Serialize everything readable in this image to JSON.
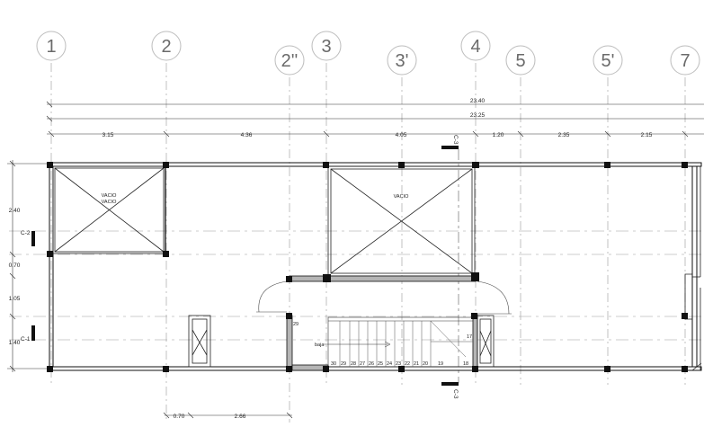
{
  "grid_axes": {
    "columns": [
      "1",
      "2",
      "2''",
      "3",
      "3'",
      "4",
      "5",
      "5'",
      "7"
    ]
  },
  "dimensions": {
    "overall_1": "23.40",
    "overall_2": "23.25",
    "spans": [
      "3.15",
      "4.36",
      "4.05",
      "1.20",
      "2.35",
      "2.15"
    ],
    "left_vertical": [
      "2.40",
      "0.70",
      "1.05",
      "1.40"
    ],
    "bottom": [
      "0.70",
      "2.66"
    ]
  },
  "labels": {
    "void_1_a": "VACIO",
    "void_1_b": "VACIO",
    "void_2": "VACIO",
    "section_c2": "C-2",
    "section_c1": "C-1",
    "section_c3_top": "C-3",
    "section_c3_bottom": "C-3",
    "stair_down": "baja",
    "stair_steps": [
      "30",
      "29",
      "28",
      "27",
      "26",
      "25",
      "24",
      "23",
      "22",
      "21",
      "20",
      "19",
      "18"
    ],
    "stair_17": "17",
    "stair_29": "29"
  }
}
